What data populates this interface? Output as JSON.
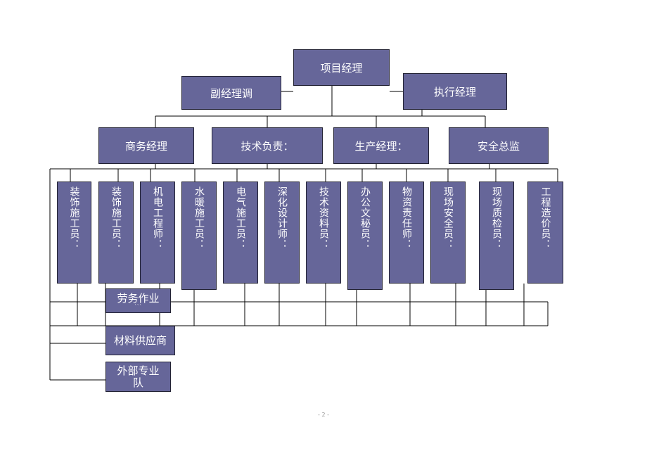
{
  "colors": {
    "box_fill": "#666699",
    "box_text": "#ffffff",
    "line": "#000000"
  },
  "top": {
    "project_manager": "项目经理"
  },
  "second": {
    "deputy": "副经理调",
    "executive": "执行经理"
  },
  "managers": {
    "business": "商务经理",
    "technical": "技术负责：",
    "production": "生产经理：",
    "safety": "安全总监"
  },
  "staff": [
    "装饰施工员：",
    "装饰施工员：",
    "机电工程师：",
    "水暖施工员：",
    "电气施工员：",
    "深化设计师：",
    "技术资料员：",
    "办公文秘员：",
    "物资责任师：",
    "现场安全员：",
    "现场质检员：",
    "工程造价员："
  ],
  "side": {
    "labor": "劳务作业",
    "labor_tail": "```",
    "materials": "材料供应商",
    "external": "外部专业队"
  },
  "footer": {
    "page": "- 2 -"
  }
}
